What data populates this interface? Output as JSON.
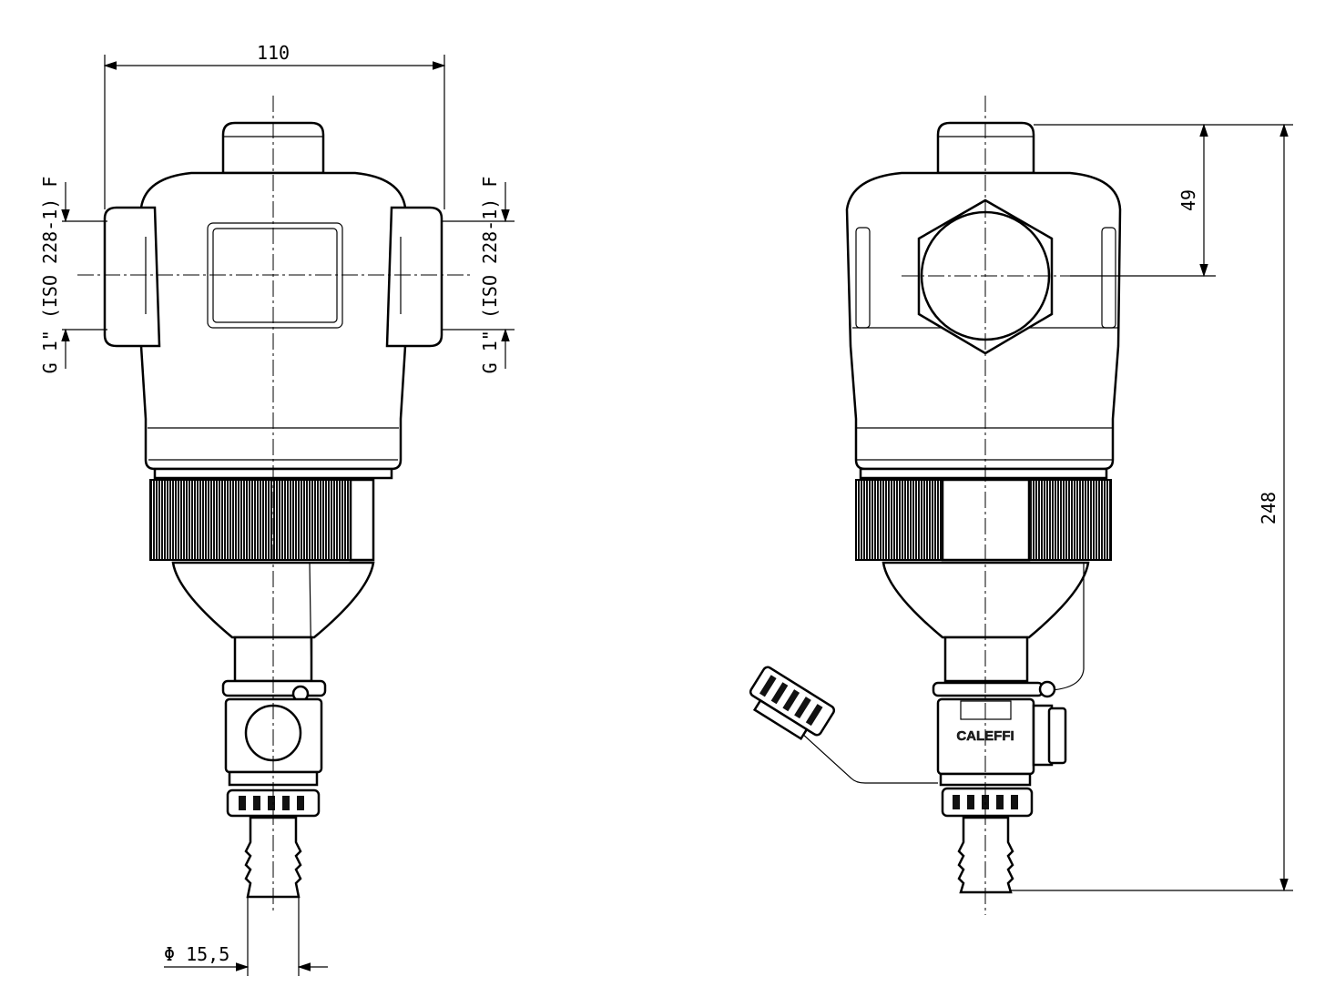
{
  "drawing": {
    "front_view": {
      "width_dim": "110",
      "left_thread": "G 1\" (ISO 228-1) F",
      "right_thread": "G 1\" (ISO 228-1) F",
      "hose_dim": "Φ 15,5"
    },
    "side_view": {
      "axis_to_top_dim": "49",
      "total_height_dim": "248",
      "brand": "CALEFFI"
    }
  }
}
